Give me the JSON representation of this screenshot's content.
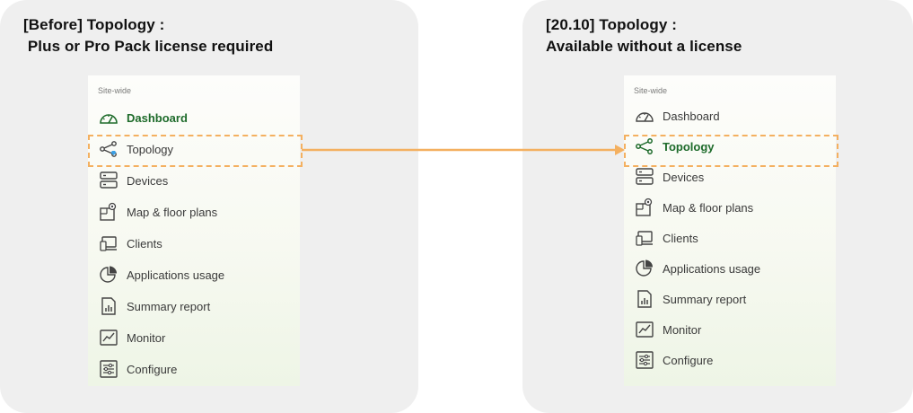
{
  "left_panel": {
    "heading_line1": "[Before] Topology :",
    "heading_line2": " Plus or Pro Pack license required",
    "menu": {
      "section_label": "Site-wide",
      "items": [
        {
          "label": "Dashboard",
          "icon": "gauge-icon"
        },
        {
          "label": "Topology",
          "icon": "topology-icon"
        },
        {
          "label": "Devices",
          "icon": "server-icon"
        },
        {
          "label": "Map & floor plans",
          "icon": "map-pin-icon"
        },
        {
          "label": "Clients",
          "icon": "clients-icon"
        },
        {
          "label": "Applications usage",
          "icon": "pie-chart-icon"
        },
        {
          "label": "Summary report",
          "icon": "report-icon"
        },
        {
          "label": "Monitor",
          "icon": "monitor-icon"
        },
        {
          "label": "Configure",
          "icon": "sliders-icon"
        }
      ]
    }
  },
  "right_panel": {
    "heading_line1": "[20.10] Topology :",
    "heading_line2": "Available without a license",
    "menu": {
      "section_label": "Site-wide",
      "items": [
        {
          "label": "Dashboard",
          "icon": "gauge-icon"
        },
        {
          "label": "Topology",
          "icon": "topology-icon"
        },
        {
          "label": "Devices",
          "icon": "server-icon"
        },
        {
          "label": "Map & floor plans",
          "icon": "map-pin-icon"
        },
        {
          "label": "Clients",
          "icon": "clients-icon"
        },
        {
          "label": "Applications usage",
          "icon": "pie-chart-icon"
        },
        {
          "label": "Summary report",
          "icon": "report-icon"
        },
        {
          "label": "Monitor",
          "icon": "monitor-icon"
        },
        {
          "label": "Configure",
          "icon": "sliders-icon"
        }
      ]
    }
  },
  "colors": {
    "accent_green": "#1e6b2b",
    "highlight_orange": "#f4b060",
    "license_badge_blue": "#3aa0e6"
  }
}
